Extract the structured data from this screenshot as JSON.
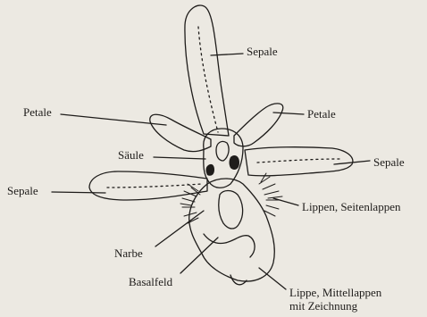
{
  "labels": {
    "sepale_top": "Sepale",
    "petale_left": "Petale",
    "petale_right": "Petale",
    "saeule": "Säule",
    "sepale_right": "Sepale",
    "sepale_left": "Sepale",
    "lippen_seitenlappen": "Lippen, Seitenlappen",
    "narbe": "Narbe",
    "basalfeld": "Basalfeld",
    "lippe_mittellappen_line1": "Lippe, Mittellappen",
    "lippe_mittellappen_line2": "mit Zeichnung"
  },
  "colors": {
    "ink": "#1e1c1a",
    "paper": "#ece9e2"
  }
}
